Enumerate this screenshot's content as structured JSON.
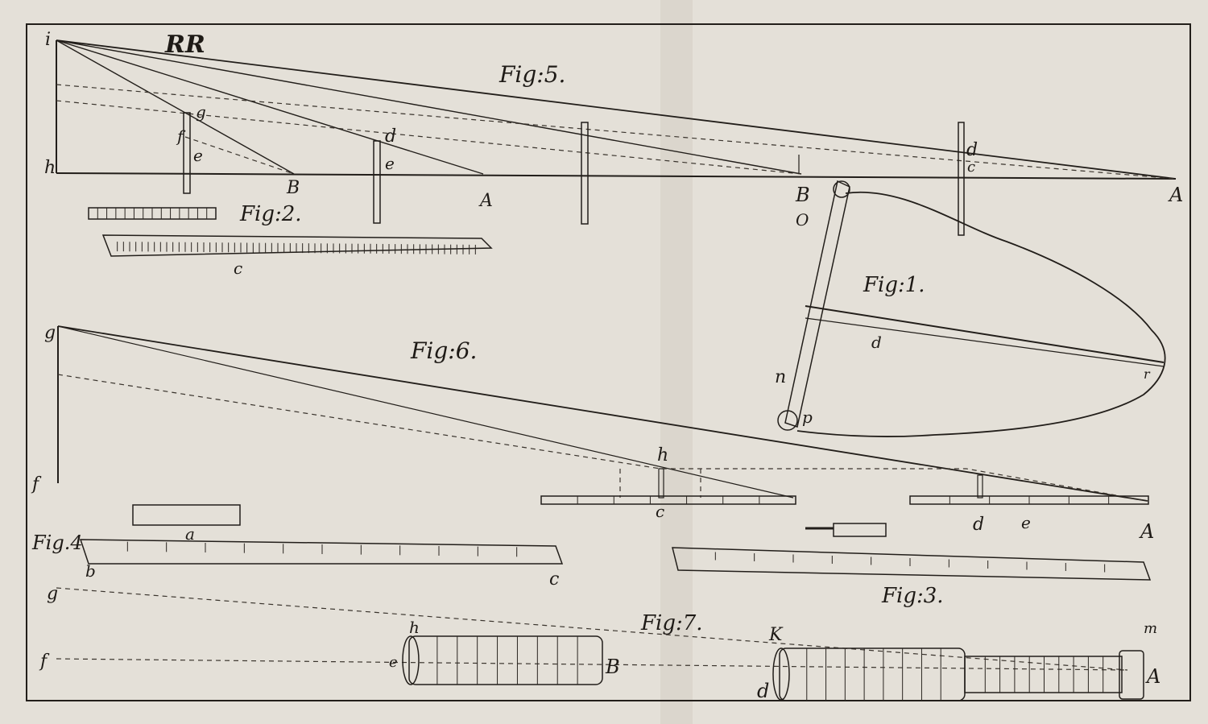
{
  "plate": {
    "colors": {
      "paper": "#e4e0d8",
      "ink": "#221e1a",
      "fold": "#b9b3a8"
    },
    "header": "RR"
  },
  "fig5": {
    "caption": "Fig:5.",
    "labels": {
      "i": "i",
      "h": "h",
      "g": "g",
      "f": "f",
      "e1": "e",
      "d1": "d",
      "e2": "e",
      "B1": "B",
      "A1": "A",
      "d2": "d",
      "c": "c",
      "B2": "B",
      "A2": "A"
    }
  },
  "fig2": {
    "caption": "Fig:2.",
    "labels": {
      "c": "c"
    }
  },
  "fig1": {
    "caption": "Fig:1.",
    "labels": {
      "o": "O",
      "d": "d",
      "n": "n",
      "p": "p",
      "r": "r"
    }
  },
  "fig6": {
    "caption": "Fig:6.",
    "labels": {
      "g": "g",
      "f": "f",
      "h": "h",
      "c": "c",
      "d": "d",
      "e": "e",
      "A": "A"
    }
  },
  "fig4": {
    "caption": "Fig.4",
    "labels": {
      "a": "a",
      "b": "b",
      "c": "c"
    }
  },
  "fig3": {
    "caption": "Fig:3."
  },
  "fig7": {
    "caption": "Fig:7.",
    "labels": {
      "g": "g",
      "f": "f",
      "h": "h",
      "e": "e",
      "B": "B",
      "K": "K",
      "d": "d",
      "A": "A",
      "m": "m"
    }
  }
}
